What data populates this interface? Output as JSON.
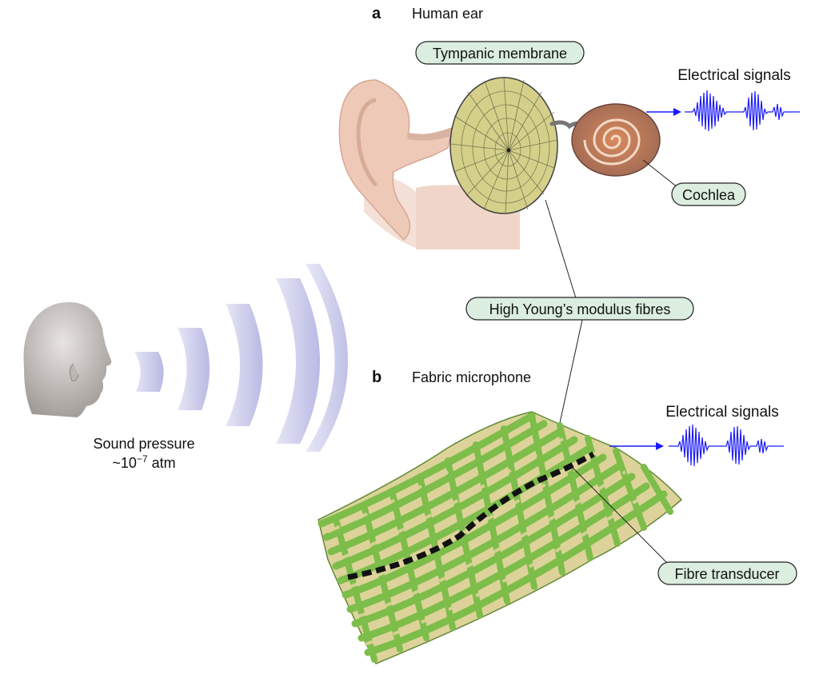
{
  "panel_a": {
    "letter": "a",
    "title": "Human ear",
    "labels": {
      "tympanic": "Tympanic membrane",
      "cochlea": "Cochlea",
      "signals": "Electrical signals"
    }
  },
  "panel_b": {
    "letter": "b",
    "title": "Fabric microphone",
    "labels": {
      "transducer": "Fibre transducer",
      "signals": "Electrical signals"
    }
  },
  "shared_label": "High Young’s modulus fibres",
  "sound": {
    "line1": "Sound pressure",
    "line2_prefix": "~10",
    "line2_exponent": "−7",
    "line2_unit": " atm"
  },
  "colors": {
    "pill_fill": "#dbeedf",
    "signal_blue": "#1a1aff",
    "fabric_green": "#7dbd4a",
    "fabric_cream": "#ddd39a",
    "wave_lavender": "#c8c8ea",
    "skin": "#f0cdbd"
  }
}
